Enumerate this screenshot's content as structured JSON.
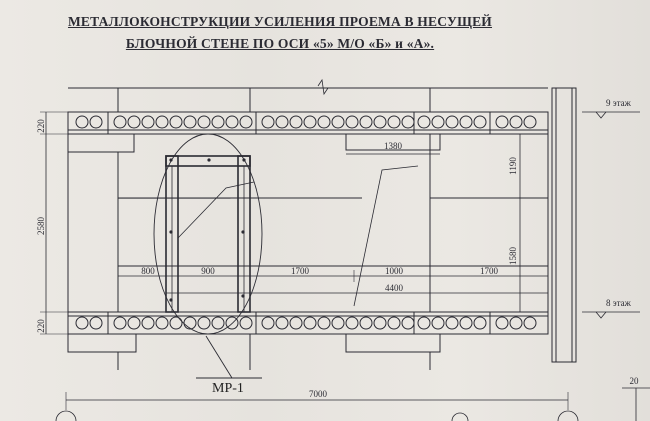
{
  "title": {
    "line1": "МЕТАЛЛОКОНСТРУКЦИИ УСИЛЕНИЯ ПРОЕМА В НЕСУЩЕЙ",
    "line2": "БЛОЧНОЙ СТЕНЕ ПО ОСИ «5» М/О «Б» и «А»."
  },
  "levels": {
    "top": "9 этаж",
    "bottom": "8 этаж"
  },
  "dimensions": {
    "slab_top": "220",
    "slab_bottom": "220",
    "wall_height": "2580",
    "opening_width": "1380",
    "right_upper": "1190",
    "right_lower": "1580",
    "d800": "800",
    "d900": "900",
    "d1700a": "1700",
    "d1000": "1000",
    "d1700b": "1700",
    "d4400": "4400",
    "d7000": "7000",
    "d20": "20"
  },
  "mark": "МР-1",
  "colors": {
    "ink": "#2b2b33",
    "paper": "#e9e6e1"
  }
}
